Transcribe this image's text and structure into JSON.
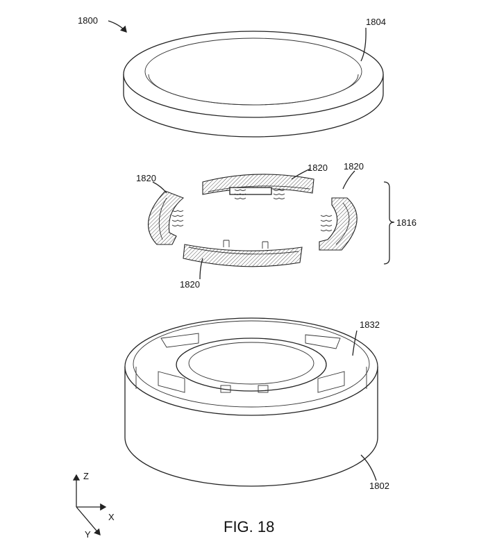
{
  "figure": {
    "caption": "FIG. 18",
    "labels": {
      "assembly": "1800",
      "cap": "1804",
      "segment_top": "1820",
      "segment_left": "1820",
      "segment_right": "1820",
      "segment_bottom": "1820",
      "segment_group": "1816",
      "inner_wall": "1832",
      "base": "1802"
    },
    "axes": {
      "z": "Z",
      "x": "X",
      "y": "Y"
    }
  }
}
